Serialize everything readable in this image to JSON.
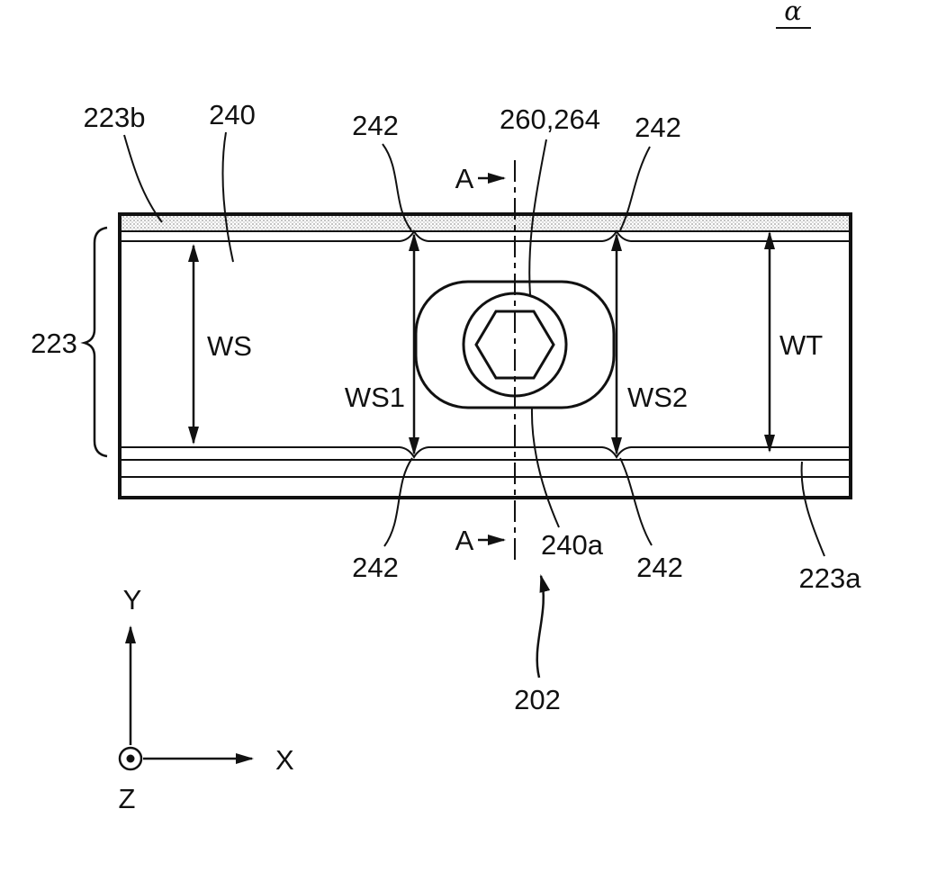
{
  "diagram": {
    "figure_mark": "α",
    "section_marker": "A",
    "labels": {
      "l202": "202",
      "l223": "223",
      "l223a": "223a",
      "l223b": "223b",
      "l240": "240",
      "l240a": "240a",
      "l242": "242",
      "l260_264": "260,264"
    },
    "dimensions": {
      "ws": "WS",
      "ws1": "WS1",
      "ws2": "WS2",
      "wt": "WT"
    },
    "axes": {
      "x": "X",
      "y": "Y",
      "z": "Z"
    },
    "colors": {
      "line": "#111111",
      "background": "#ffffff",
      "hatch_dot": "#999999"
    }
  }
}
